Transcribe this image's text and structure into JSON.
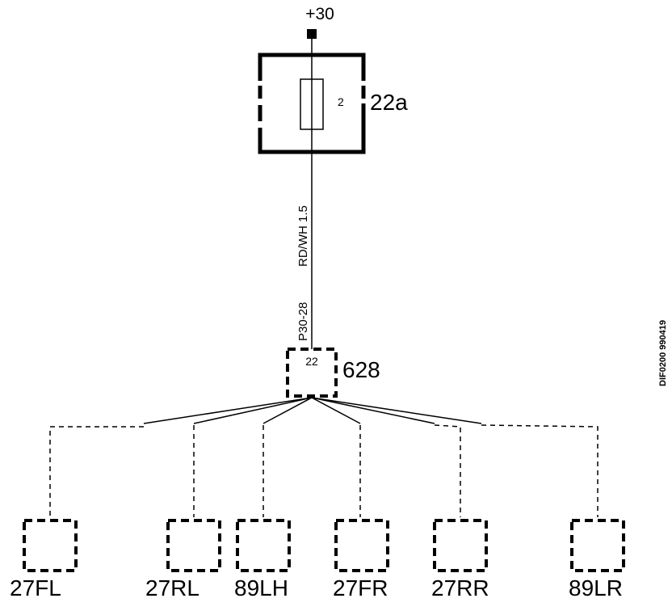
{
  "supply": {
    "label": "+30"
  },
  "fuse_box": {
    "id": "22a",
    "fuse_number": "2"
  },
  "wire": {
    "color_size": "RD/WH 1.5",
    "pin": "P30-28"
  },
  "connector": {
    "id": "628",
    "pin": "22"
  },
  "outputs": [
    {
      "id": "27FL"
    },
    {
      "id": "27RL"
    },
    {
      "id": "89LH"
    },
    {
      "id": "27FR"
    },
    {
      "id": "27RR"
    },
    {
      "id": "89LR"
    }
  ],
  "document_id": "DIF0200 990419"
}
